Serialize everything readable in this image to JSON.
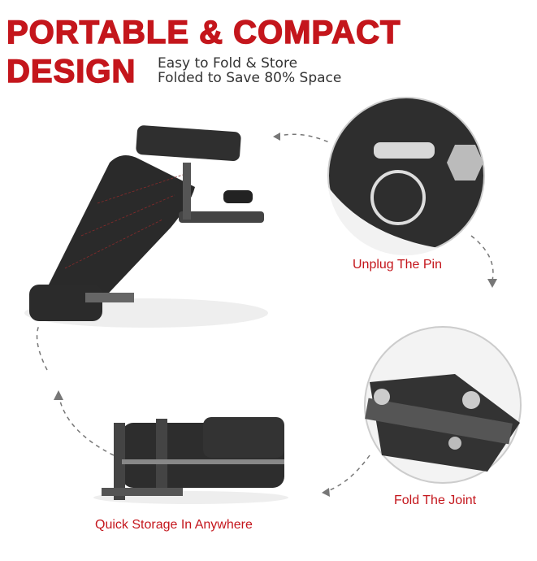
{
  "header": {
    "title_line1": "PORTABLE & COMPACT",
    "title_line2": "DESIGN",
    "subtitle_line1": "Easy to Fold & Store",
    "subtitle_line2": "Folded to Save 80% Space"
  },
  "steps": [
    {
      "caption": "Unplug The Pin",
      "icon": "pin-closeup"
    },
    {
      "caption": "Fold The Joint",
      "icon": "joint-closeup"
    },
    {
      "caption": "Quick Storage In Anywhere",
      "icon": "folded-bench"
    }
  ],
  "colors": {
    "accent": "#c4161c",
    "text": "#333333"
  }
}
